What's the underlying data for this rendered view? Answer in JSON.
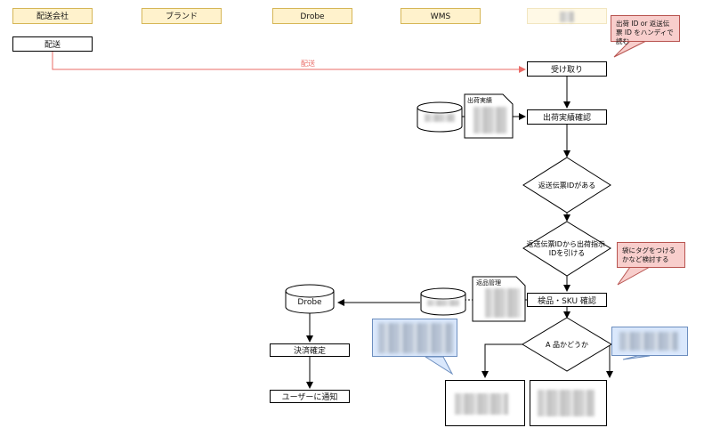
{
  "lanes": [
    "配送会社",
    "ブランド",
    "Drobe",
    "WMS"
  ],
  "nodes": {
    "delivery": "配送",
    "receive": "受け取り",
    "shipment_check": "出荷実績確認",
    "decision_slip": "返送伝票IDがある",
    "decision_lookup": "返送伝票IDから出荷指示IDを引ける",
    "inspection": "検品・SKU 確認",
    "decision_a_grade": "A 品かどうか",
    "db_drobe": "Drobe",
    "settlement": "決済確定",
    "notify_user": "ユーザーに通知"
  },
  "edge_labels": {
    "delivery_edge": "配送"
  },
  "documents": {
    "shipment_doc": "出荷実績",
    "returns_doc": "返品管理"
  },
  "notes": {
    "handy_scan": "出荷 ID or 返送伝票 ID をハンディで読む",
    "tag_idea": "袋にタグをつけるかなど検討する"
  },
  "colors": {
    "lane_fill": "#fff2cc",
    "lane_border": "#d6b656",
    "note_red_fill": "#f8cecc",
    "note_red_border": "#b85450",
    "note_blue_fill": "#dae8fc",
    "note_blue_border": "#6c8ebf",
    "edge_red": "#ea6b66"
  }
}
